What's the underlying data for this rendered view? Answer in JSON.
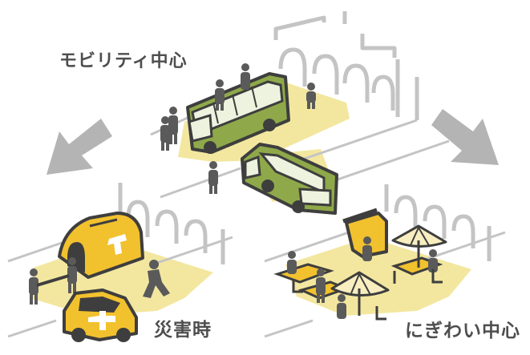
{
  "labels": {
    "mobility": "モビリティ中心",
    "disaster": "災害時",
    "lively": "にぎわい中心"
  },
  "colors": {
    "ground_yellow": "#f3e7a0",
    "bus_green": "#8fa94a",
    "tent_yellow": "#f2c12e",
    "arrow_gray": "#b4b4b4",
    "line_gray": "#bfbfbf",
    "figure_gray": "#5a5a5a",
    "text_gray": "#4e4e4e"
  },
  "icons": [
    "arrow-down-left-icon",
    "arrow-down-right-icon",
    "bus-icon",
    "emergency-tent-icon",
    "emergency-vehicle-icon",
    "parasol-icon",
    "person-icon"
  ]
}
